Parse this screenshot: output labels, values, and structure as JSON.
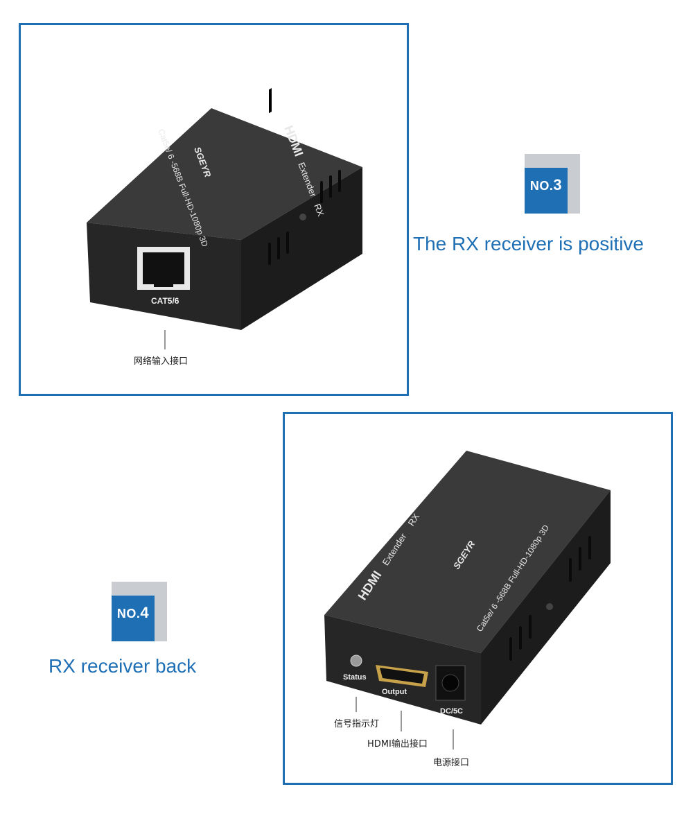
{
  "colors": {
    "accent": "#1f6fb5",
    "badge_light": "#c9ccd1",
    "device_body": "#2a2a2a"
  },
  "section_rx_front": {
    "badge": {
      "prefix": "NO.",
      "number": "3"
    },
    "caption": "The RX receiver is positive",
    "device": {
      "brand": "HDMI",
      "model": "Extender",
      "unit": "RX",
      "logo": "SGEYR",
      "spec": "Cat5e/ 6 -568B  Full-HD-1080p 3D",
      "port_label": "CAT5/6"
    },
    "callouts": [
      {
        "label": "网络输入接口"
      }
    ]
  },
  "section_rx_back": {
    "badge": {
      "prefix": "NO.",
      "number": "4"
    },
    "caption": "RX receiver back",
    "device": {
      "brand": "HDMI",
      "model": "Extender",
      "unit": "RX",
      "logo": "SGEYR",
      "spec": "Cat5e/ 6 -568B  Full-HD-1080p 3D",
      "status_label": "Status",
      "output_label": "Output",
      "power_label": "DC/5C"
    },
    "callouts": [
      {
        "label": "信号指示灯"
      },
      {
        "label": "HDMI输出接口"
      },
      {
        "label": "电源接口"
      }
    ]
  }
}
